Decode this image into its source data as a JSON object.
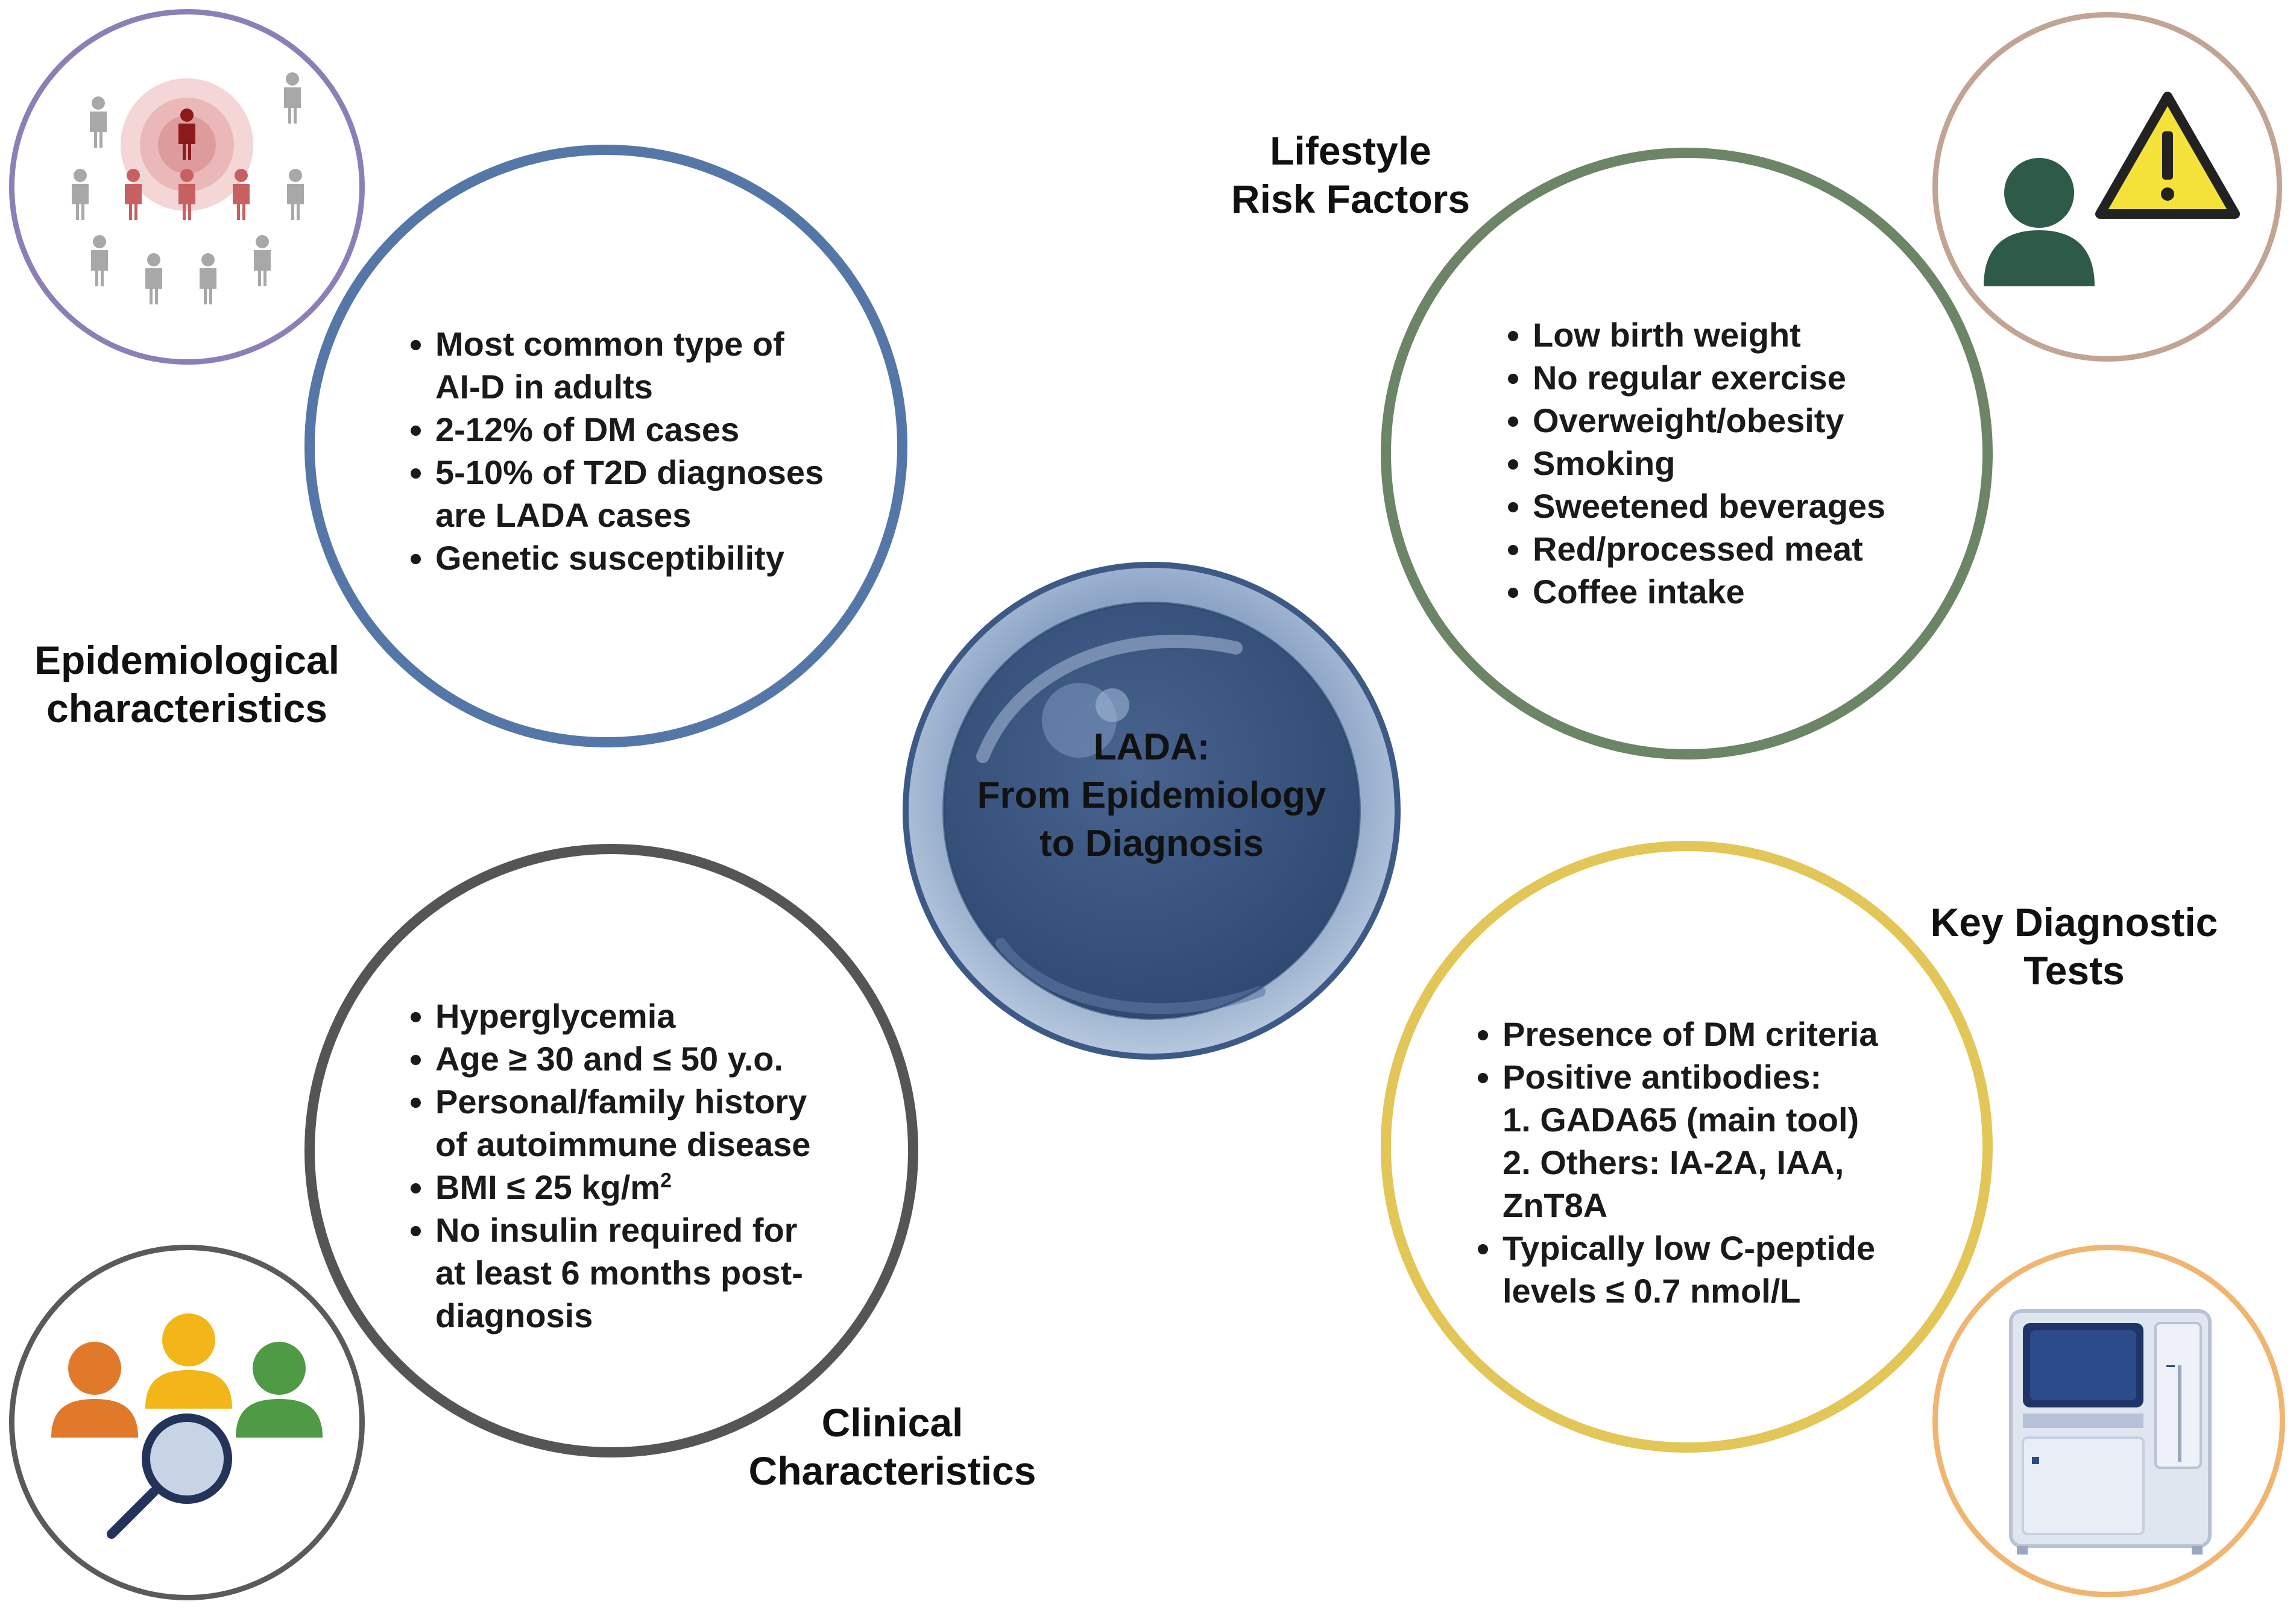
{
  "center": {
    "title_line1": "LADA:",
    "title_line2": "From Epidemiology",
    "title_line3": "to Diagnosis"
  },
  "sections": {
    "epidemiological": {
      "label_line1": "Epidemiological",
      "label_line2": "characteristics",
      "color": "#5577a8",
      "items": [
        "Most common type of",
        "AI-D in adults",
        "2-12% of DM cases",
        "5-10% of T2D diagnoses",
        "are LADA cases",
        "Genetic susceptibility"
      ]
    },
    "lifestyle": {
      "label_line1": "Lifestyle",
      "label_line2": "Risk Factors",
      "color": "#6b8566",
      "items": [
        "Low birth weight",
        "No regular exercise",
        "Overweight/obesity",
        "Smoking",
        "Sweetened beverages",
        "Red/processed meat",
        "Coffee intake"
      ]
    },
    "clinical": {
      "label_line1": "Clinical",
      "label_line2": "Characteristics",
      "color": "#555555",
      "items": [
        "Hyperglycemia",
        "Age ≥ 30 and ≤ 50 y.o.",
        "Personal/family history",
        "of autoimmune disease",
        "BMI ≤ 25 kg/m",
        "2",
        "No insulin required for",
        "at least 6 months post-",
        "diagnosis"
      ]
    },
    "diagnostic": {
      "label_line1": "Key Diagnostic",
      "label_line2": "Tests",
      "color": "#e2c657",
      "items": [
        "Presence of DM criteria",
        "Positive antibodies:",
        "1. GADA65 (main tool)",
        "2. Others: IA-2A, IAA,",
        "ZnT8A",
        "Typically low C-peptide",
        "levels ≤ 0.7 nmol/L"
      ]
    }
  },
  "icons": {
    "population": "population-icon",
    "warning": "warning-person-icon",
    "team_search": "team-search-icon",
    "analyzer": "lab-analyzer-icon"
  }
}
